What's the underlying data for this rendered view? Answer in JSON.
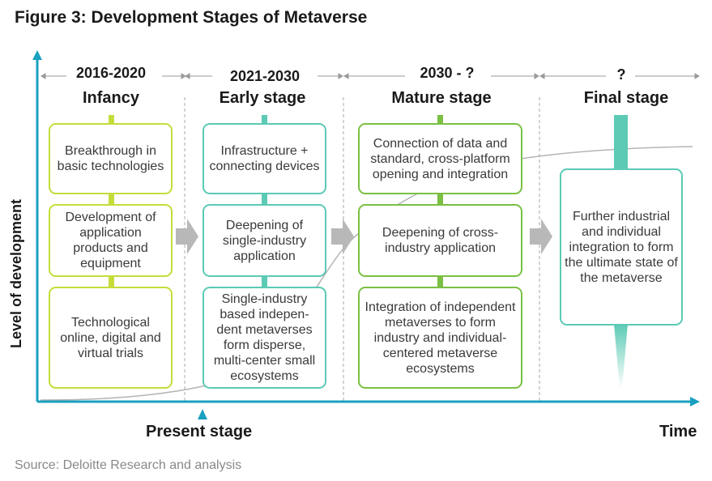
{
  "title": "Figure 3: Development Stages of Metaverse",
  "y_axis_label": "Level of development",
  "x_axis_label": "Time",
  "present_label": "Present stage",
  "source": "Source: Deloitte Research and analysis",
  "columns": [
    {
      "period": "2016-2020",
      "stage": "Infancy",
      "boxes": [
        "Breakthrough in basic technologies",
        "Development of application products and equipment",
        "Technological online, digital and virtual trials"
      ]
    },
    {
      "period": "2021-2030",
      "stage": "Early stage",
      "boxes": [
        "Infrastructure + connecting devices",
        "Deepening of single-industry application",
        "Single-industry based indepen-dent metaverses form disperse, multi-center small ecosystems"
      ]
    },
    {
      "period": "2030 - ?",
      "stage": "Mature stage",
      "boxes": [
        "Connection of data and standard, cross-platform opening and integration",
        "Deepening of cross-industry application",
        "Integration of independent metaverses to form industry and individual-centered metaverse ecosystems"
      ]
    },
    {
      "period": "?",
      "stage": "Final stage",
      "boxes": [
        "Further industrial and individual integration to form the ultimate state of the metaverse"
      ]
    }
  ],
  "colors": {
    "lime": "#c6dc3a",
    "teal": "#5ccab5",
    "green": "#7ac043",
    "axis": "#1aa0c0",
    "arrow": "#b8b8b8"
  }
}
